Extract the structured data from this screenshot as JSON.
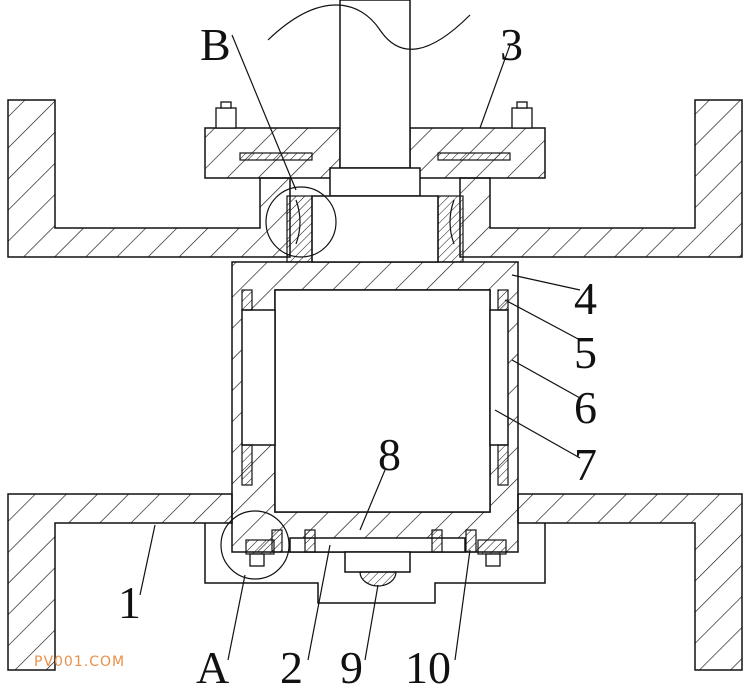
{
  "labels": {
    "B": "B",
    "n3": "3",
    "n4": "4",
    "n5": "5",
    "n6": "6",
    "n7": "7",
    "n8": "8",
    "n1": "1",
    "A": "A",
    "n2": "2",
    "n9": "9",
    "n10": "10"
  },
  "watermark": "PV001.COM",
  "colors": {
    "line": "#111111",
    "watermark": "#e8904a"
  }
}
